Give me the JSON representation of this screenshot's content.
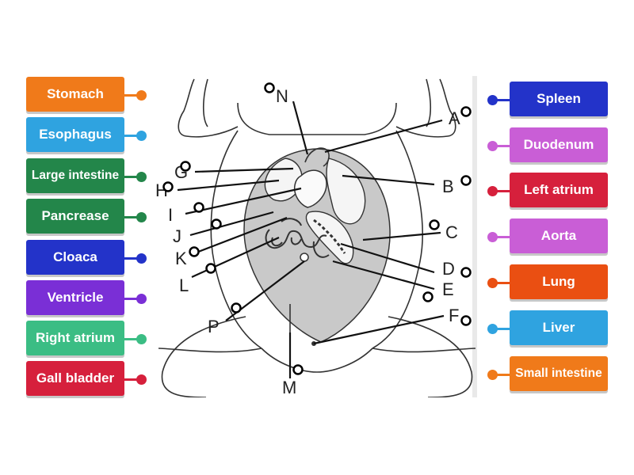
{
  "left_tiles": [
    {
      "label": "Stomach",
      "color": "#f07a1a"
    },
    {
      "label": "Esophagus",
      "color": "#2fa3e0"
    },
    {
      "label": "Large intestine",
      "color": "#23864a"
    },
    {
      "label": "Pancrease",
      "color": "#23864a"
    },
    {
      "label": "Cloaca",
      "color": "#2333c9"
    },
    {
      "label": "Ventricle",
      "color": "#7a2fd6"
    },
    {
      "label": "Right atrium",
      "color": "#3bbd84"
    },
    {
      "label": "Gall bladder",
      "color": "#d6203c"
    }
  ],
  "right_tiles": [
    {
      "label": "Spleen",
      "color": "#2333c9"
    },
    {
      "label": "Duodenum",
      "color": "#c95ed6"
    },
    {
      "label": "Left atrium",
      "color": "#d6203c"
    },
    {
      "label": "Aorta",
      "color": "#c95ed6"
    },
    {
      "label": "Lung",
      "color": "#ea4f12"
    },
    {
      "label": "Liver",
      "color": "#2fa3e0"
    },
    {
      "label": "Small intestine",
      "color": "#f07a1a"
    }
  ],
  "diagram_labels": {
    "A": "A",
    "B": "B",
    "C": "C",
    "D": "D",
    "E": "E",
    "F": "F",
    "G": "G",
    "H": "H",
    "I": "I",
    "J": "J",
    "K": "K",
    "L": "L",
    "M": "M",
    "N": "N",
    "P": "P"
  }
}
